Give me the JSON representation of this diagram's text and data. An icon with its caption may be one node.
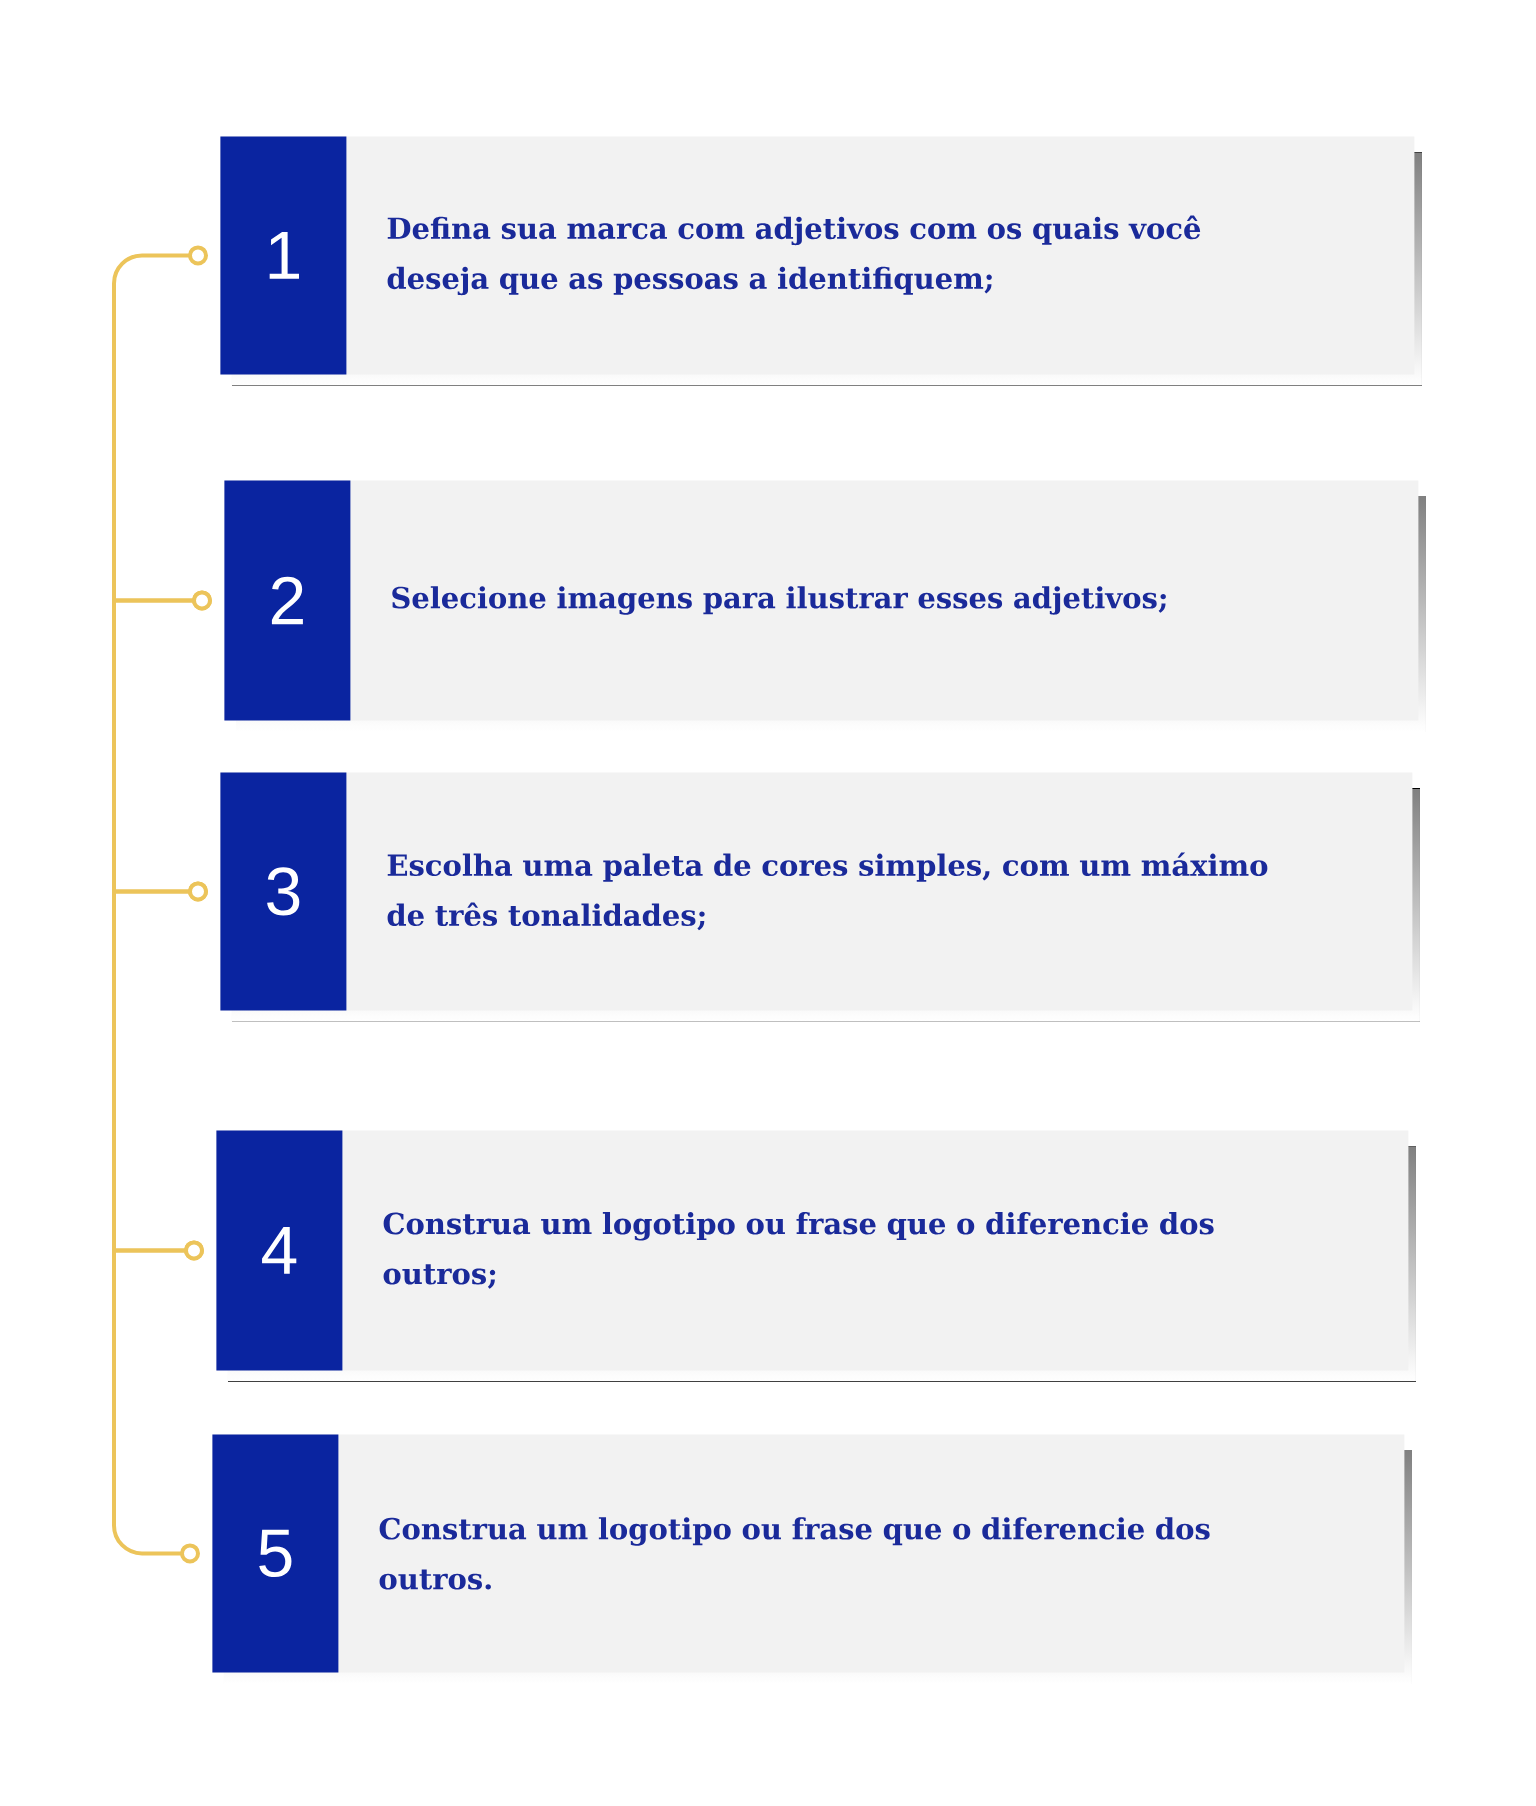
{
  "diagram": {
    "nodes": [
      {
        "text": [
          "Defina sua marca com adjetivos com os quais você deseja que as pessoas a identifiquem;"
        ]
      },
      {
        "text": [
          "1"
        ],
        "in": 0
      },
      {
        "text": [
          "Selecione imagens para ilustrar esses adjetivos;"
        ]
      },
      {
        "text": [
          "2"
        ],
        "in": 2
      },
      {
        "text": [
          "Escolha uma paleta de cores simples, com um máximo de três tonalidades;"
        ]
      },
      {
        "text": [
          "3"
        ],
        "in": 4
      },
      {
        "text": [
          "Construa um logotipo ou frase que o diferencie dos outros;"
        ]
      },
      {
        "text": [
          "4"
        ],
        "in": 6
      },
      {
        "text": [
          "Construa um logotipo ou frase que o diferencie dos outros."
        ]
      },
      {
        "text": [
          "5"
        ],
        "in": 8
      }
    ],
    "edges": [
      {
        "from": 1,
        "to": 3,
        "arrow": "other"
      },
      {
        "from": 3,
        "to": 5,
        "arrow": "other"
      },
      {
        "from": 5,
        "to": 7,
        "arrow": "other"
      },
      {
        "from": 7,
        "to": 9,
        "arrow": "other"
      }
    ]
  }
}
